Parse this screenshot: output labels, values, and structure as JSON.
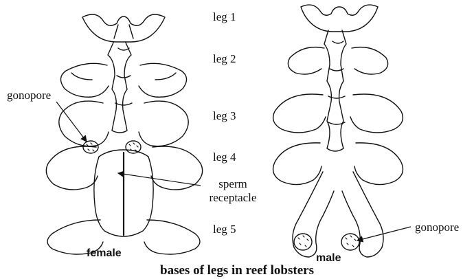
{
  "legs": [
    "leg 1",
    "leg 2",
    "leg 3",
    "leg 4",
    "leg 5"
  ],
  "female": {
    "label": "female",
    "gonopore_label": "gonopore",
    "receptacle_label_1": "sperm",
    "receptacle_label_2": "receptacle"
  },
  "male": {
    "label": "male",
    "gonopore_label": "gonopore"
  },
  "caption": "bases of legs in reef lobsters",
  "colors": {
    "ink": "#111111",
    "background": "#ffffff"
  }
}
